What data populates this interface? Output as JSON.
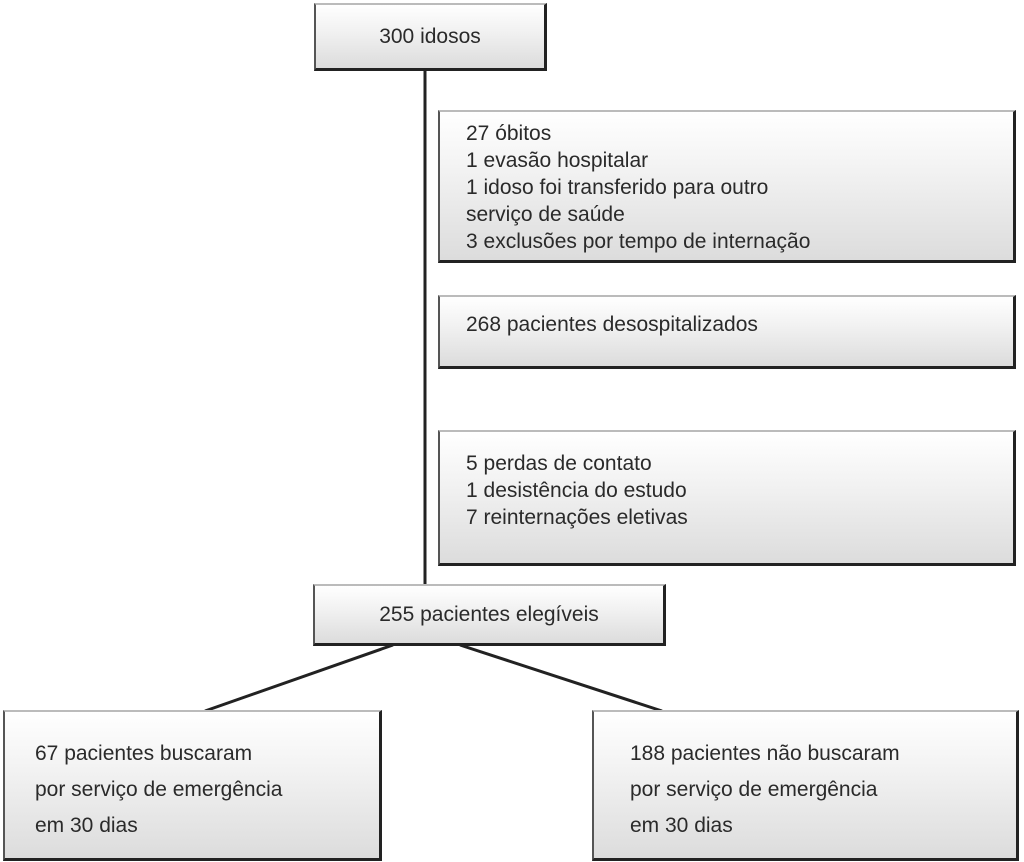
{
  "top": {
    "label": "300 idosos"
  },
  "exclusions1": {
    "lines": [
      "27 óbitos",
      "1 evasão hospitalar",
      "1 idoso foi transferido para outro",
      "serviço de saúde",
      "3 exclusões por tempo de internação"
    ]
  },
  "discharged": {
    "label": "268 pacientes desospitalizados"
  },
  "exclusions2": {
    "lines": [
      "5 perdas de contato",
      "1 desistência do estudo",
      "7 reinternações eletivas"
    ]
  },
  "eligible": {
    "label": "255 pacientes elegíveis"
  },
  "sought": {
    "lines": [
      "67 pacientes buscaram",
      "por serviço de emergência",
      "em 30 dias"
    ]
  },
  "not_sought": {
    "lines": [
      "188 pacientes não buscaram",
      "por serviço de emergência",
      "em 30 dias"
    ]
  }
}
